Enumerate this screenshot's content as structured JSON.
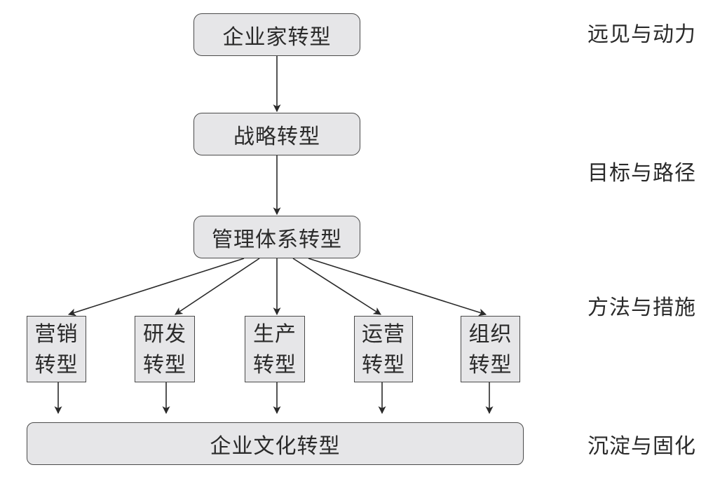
{
  "diagram": {
    "top_node": "企业家转型",
    "strategy_node": "战略转型",
    "management_node": "管理体系转型",
    "sub_nodes": [
      {
        "line1": "营销",
        "line2": "转型"
      },
      {
        "line1": "研发",
        "line2": "转型"
      },
      {
        "line1": "生产",
        "line2": "转型"
      },
      {
        "line1": "运营",
        "line2": "转型"
      },
      {
        "line1": "组织",
        "line2": "转型"
      }
    ],
    "bottom_node": "企业文化转型",
    "side_labels": [
      "远见与动力",
      "目标与路径",
      "方法与措施",
      "沉淀与固化"
    ]
  },
  "colors": {
    "box_fill": "#e6e6e8",
    "box_border": "#4a4a4a",
    "arrow": "#2a2a2a",
    "text": "#2a2a2a"
  }
}
